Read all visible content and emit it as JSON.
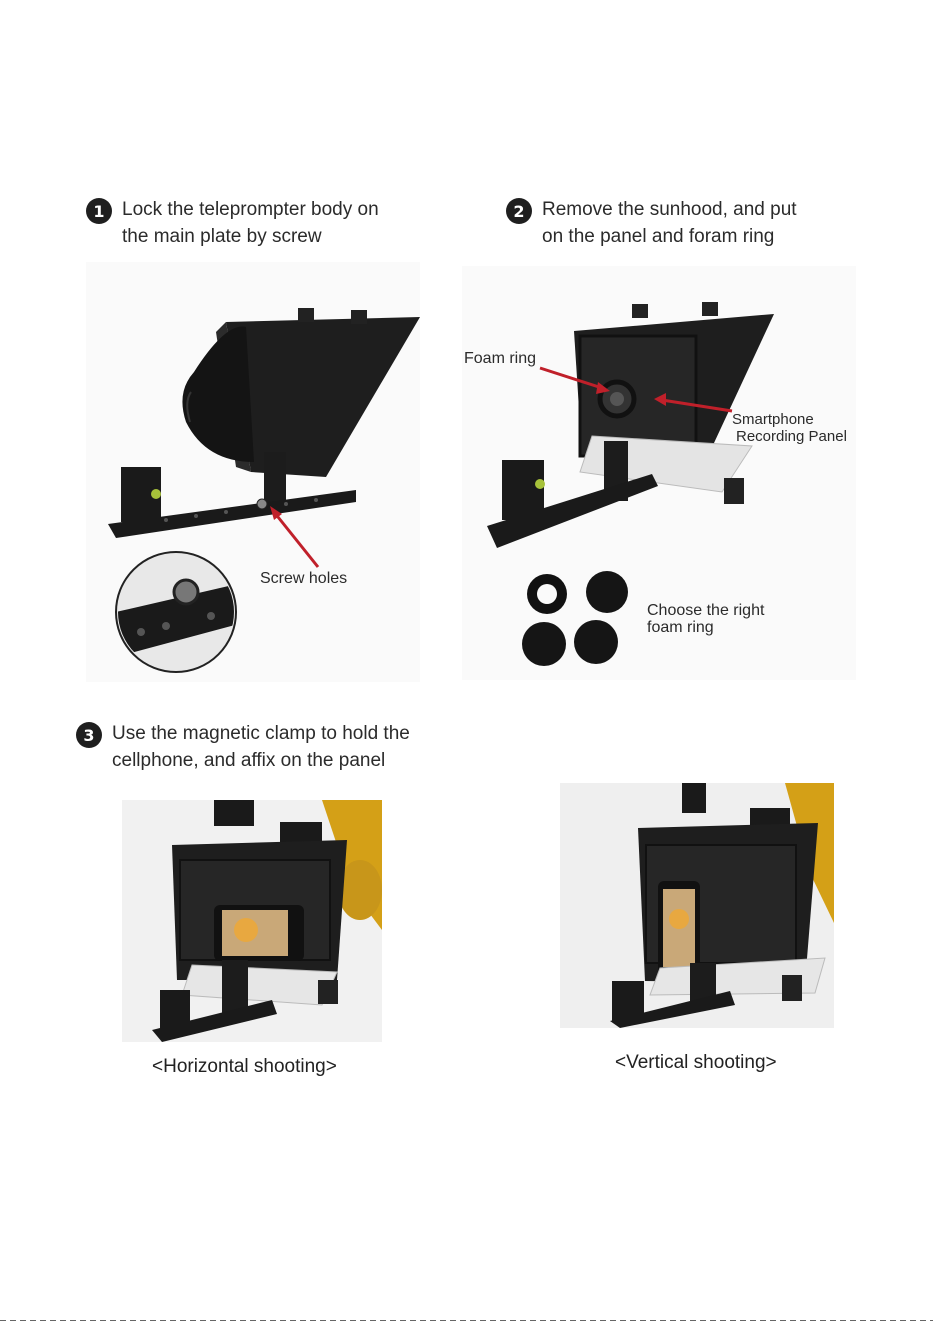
{
  "steps": [
    {
      "num": "1",
      "line1": "Lock the teleprompter body on",
      "line2": "the main plate by screw"
    },
    {
      "num": "2",
      "line1": "Remove the sunhood, and put",
      "line2": "on the panel and foram ring"
    },
    {
      "num": "3",
      "line1": "Use the magnetic clamp to hold the",
      "line2": "cellphone, and affix on the panel"
    }
  ],
  "callouts": {
    "screw_holes": "Screw holes",
    "foam_ring": "Foam ring",
    "panel_line1": "Smartphone",
    "panel_line2": "Recording Panel",
    "choose_line1": "Choose the right",
    "choose_line2": "foam ring"
  },
  "captions": {
    "horizontal": "<Horizontal shooting>",
    "vertical": "<Vertical shooting>"
  },
  "colors": {
    "arrow": "#c0202a",
    "product": "#1e1e1e",
    "gold": "#d4a017"
  }
}
